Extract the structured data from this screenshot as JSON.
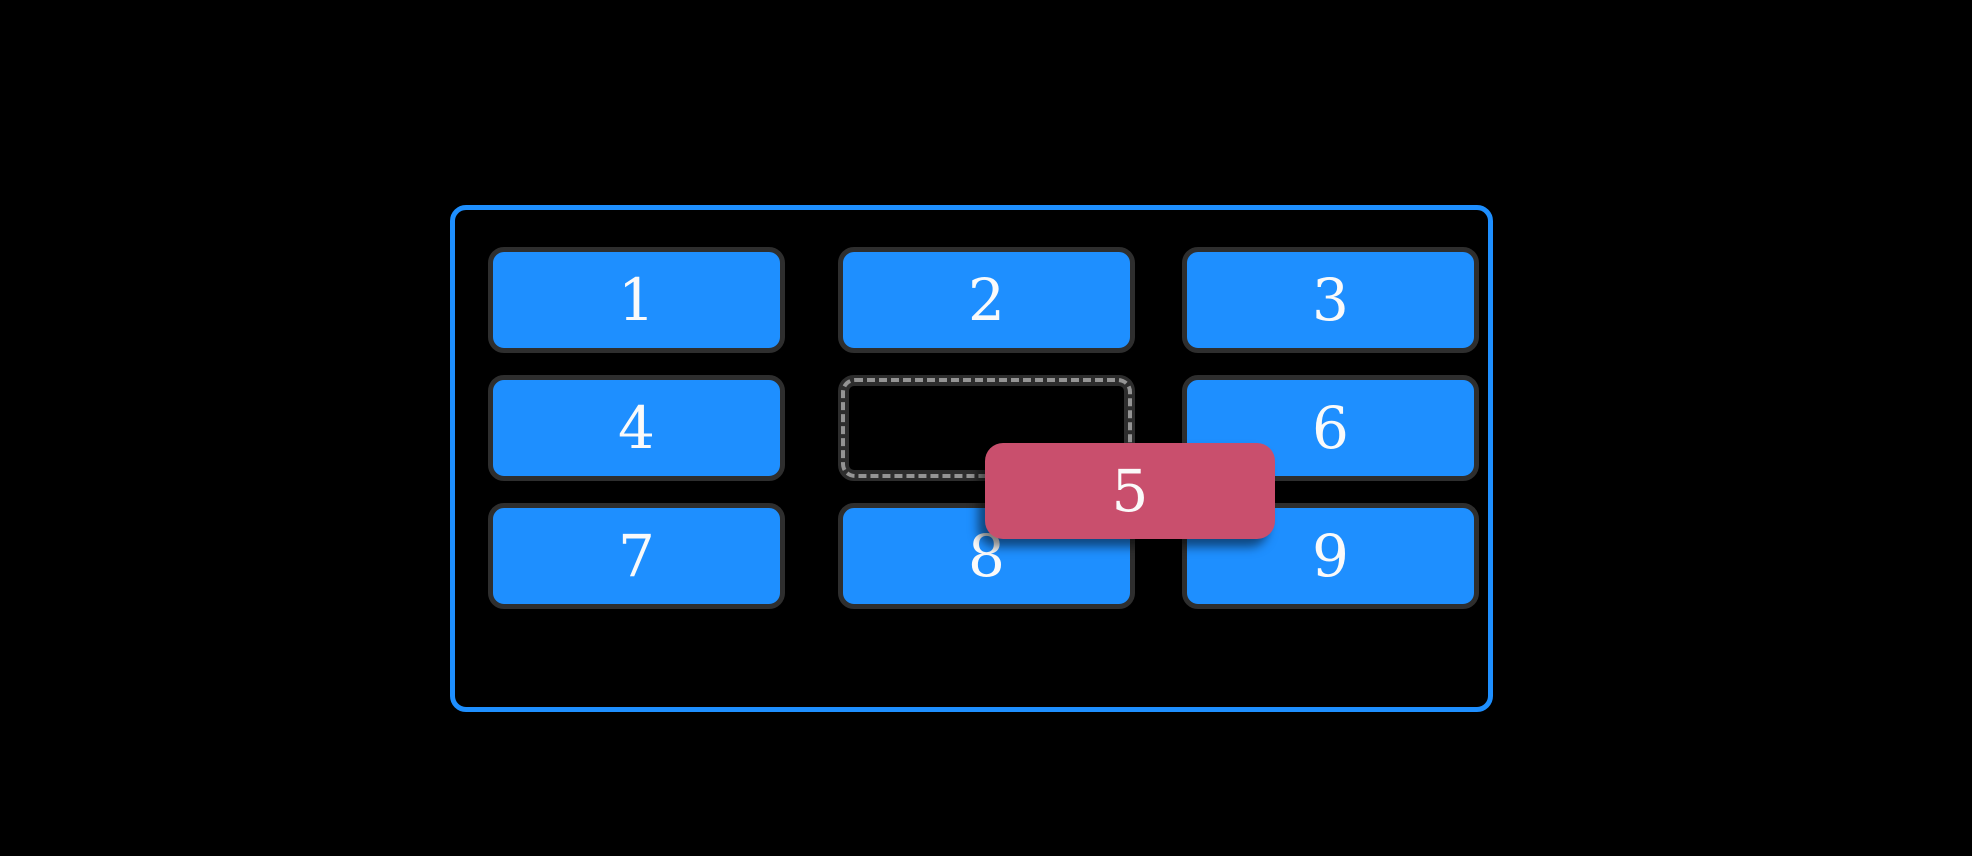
{
  "board": {
    "tiles": [
      {
        "id": 1,
        "label": "1",
        "state": "idle"
      },
      {
        "id": 2,
        "label": "2",
        "state": "idle"
      },
      {
        "id": 3,
        "label": "3",
        "state": "idle"
      },
      {
        "id": 4,
        "label": "4",
        "state": "idle"
      },
      {
        "id": 5,
        "label": "5",
        "state": "dragging"
      },
      {
        "id": 6,
        "label": "6",
        "state": "idle"
      },
      {
        "id": 7,
        "label": "7",
        "state": "idle"
      },
      {
        "id": 8,
        "label": "8",
        "state": "idle"
      },
      {
        "id": 9,
        "label": "9",
        "state": "idle"
      }
    ],
    "dragged_tile": {
      "label": "5"
    },
    "placeholder_slot": 5
  },
  "colors": {
    "page-bg": "#000000",
    "container-border": "#1E8FFF",
    "tile-fill": "#1E8FFF",
    "tile-border": "#2E2E2E",
    "tile-text": "#FAFAFA",
    "dragged-fill": "#C94F6D",
    "placeholder-border": "#2D2D2D",
    "placeholder-dash": "#949494"
  }
}
